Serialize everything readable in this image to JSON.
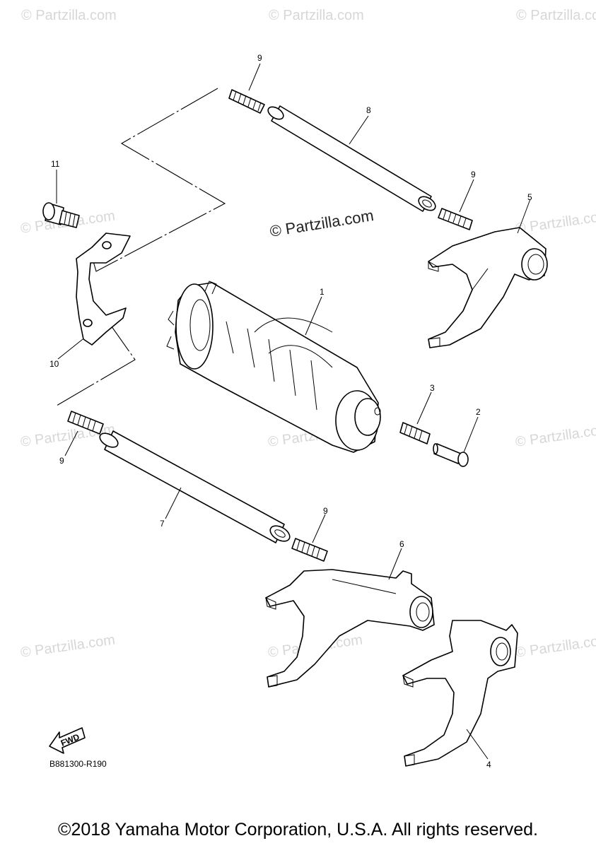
{
  "watermark": "© Partzilla.com",
  "watermark_center": "© Partzilla.com",
  "diagram_code": "B881300-R190",
  "fwd_label": "FWD",
  "copyright": "©2018 Yamaha Motor Corporation, U.S.A. All rights reserved.",
  "callouts": {
    "c1": "1",
    "c2": "2",
    "c3": "3",
    "c4": "4",
    "c5": "5",
    "c6": "6",
    "c7": "7",
    "c8": "8",
    "c9a": "9",
    "c9b": "9",
    "c9c": "9",
    "c9d": "9",
    "c10": "10",
    "c11": "11"
  }
}
